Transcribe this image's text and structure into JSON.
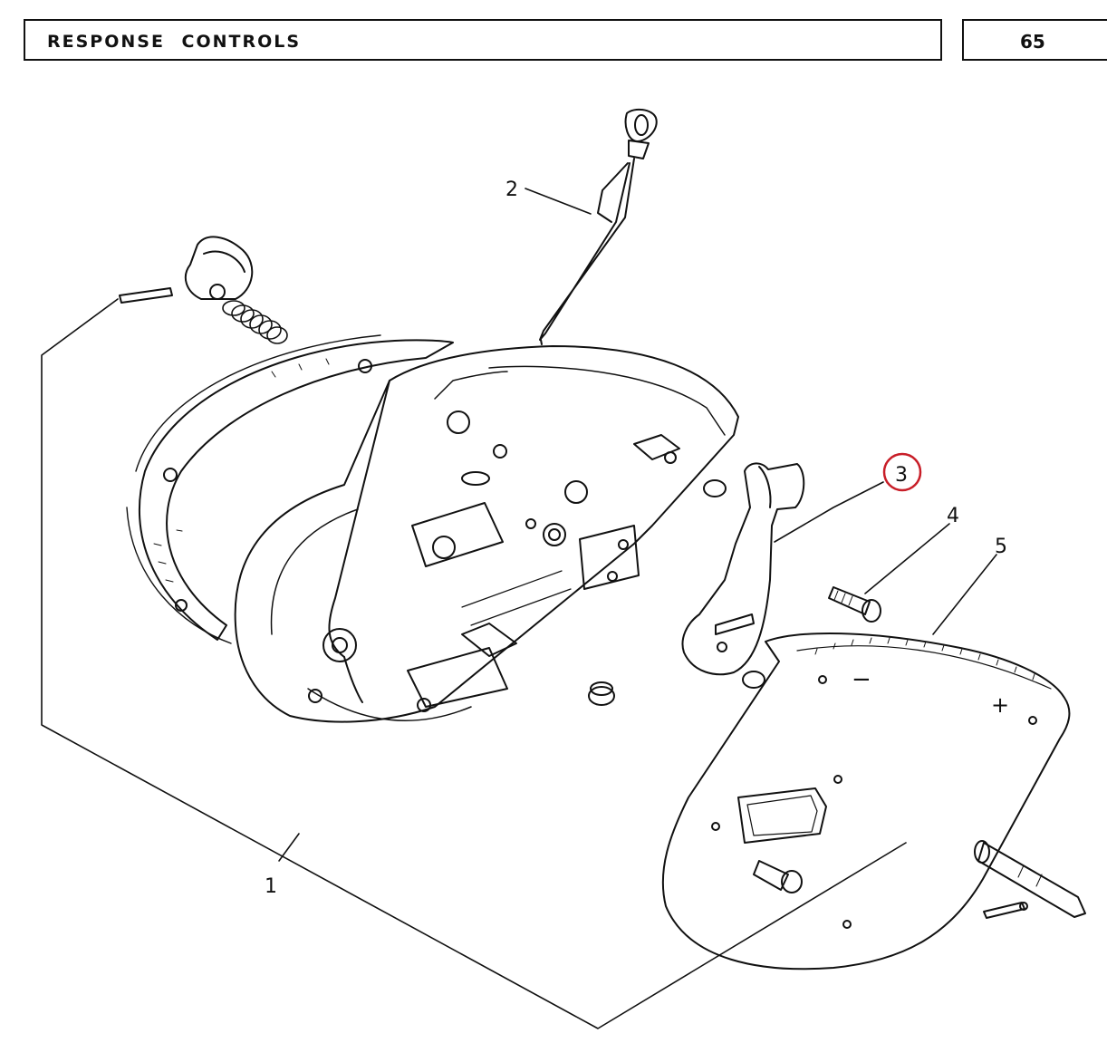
{
  "header": {
    "title": "RESPONSE CONTROLS",
    "page_number": "65"
  },
  "callouts": {
    "c1": "1",
    "c2": "2",
    "c3": "3",
    "c4": "4",
    "c5": "5"
  },
  "dial_marks": {
    "minus": "−",
    "plus": "+"
  },
  "colors": {
    "line": "#111111",
    "highlight": "#c81e28",
    "background": "#ffffff"
  },
  "highlighted_callout": "3"
}
